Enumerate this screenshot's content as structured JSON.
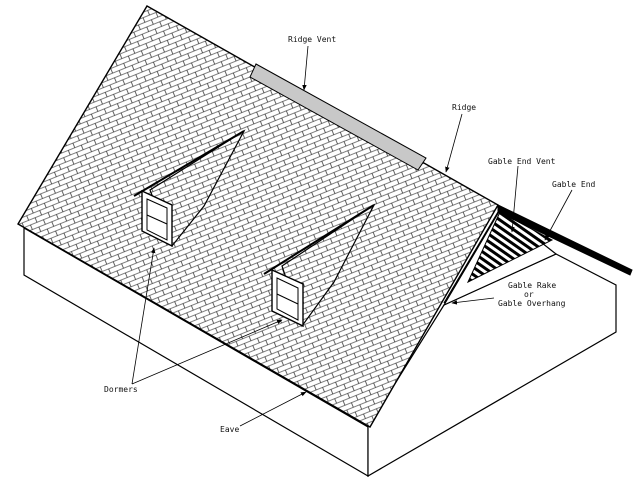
{
  "labels": {
    "ridge_vent": "Ridge Vent",
    "ridge": "Ridge",
    "gable_end_vent": "Gable End Vent",
    "gable_end": "Gable End",
    "gable_rake_line1": "Gable Rake",
    "gable_rake_line2": "or",
    "gable_rake_line3": "Gable Overhang",
    "dormers": "Dormers",
    "eave": "Eave"
  },
  "colors": {
    "line": "#000000",
    "ridge_vent_fill": "#c8c8c8",
    "background": "#ffffff"
  }
}
